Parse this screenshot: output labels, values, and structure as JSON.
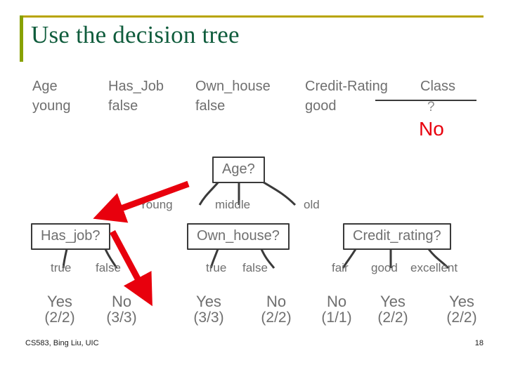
{
  "slide": {
    "title": "Use the decision tree",
    "accent_green": "#0f5c3c",
    "accent_gold": "#b8a400",
    "accent_red": "#e8000d"
  },
  "attribute_table": {
    "headers": [
      "Age",
      "Has_Job",
      "Own_house",
      "Credit-Rating",
      "Class"
    ],
    "row": [
      "young",
      "false",
      "false",
      "good",
      "?"
    ],
    "class_value_unknown": "?",
    "predicted_answer": "No"
  },
  "tree": {
    "root": {
      "label": "Age?"
    },
    "root_edges": [
      "Young",
      "middle",
      "old"
    ],
    "nodes": [
      {
        "label": "Has_job?"
      },
      {
        "label": "Own_house?"
      },
      {
        "label": "Credit_rating?"
      }
    ],
    "has_job_edges": [
      "true",
      "false"
    ],
    "own_house_edges": [
      "true",
      "false"
    ],
    "credit_edges": [
      "fair",
      "good",
      "excellent"
    ],
    "leaves": [
      {
        "label": "Yes",
        "count": "(2/2)"
      },
      {
        "label": "No",
        "count": "(3/3)"
      },
      {
        "label": "Yes",
        "count": "(3/3)"
      },
      {
        "label": "No",
        "count": "(2/2)"
      },
      {
        "label": "No",
        "count": "(1/1)"
      },
      {
        "label": "Yes",
        "count": "(2/2)"
      },
      {
        "label": "Yes",
        "count": "(2/2)"
      }
    ]
  },
  "footer": {
    "left": "CS583, Bing Liu, UIC",
    "page": "18"
  }
}
